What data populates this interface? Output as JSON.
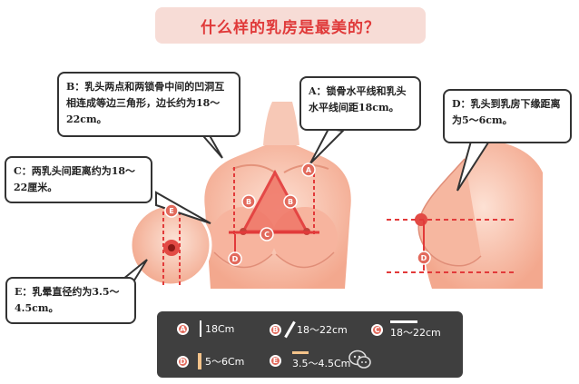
{
  "title": "什么样的乳房是最美的？",
  "callouts": {
    "b": "B：乳头两点和两锁骨中间的凹洞互相连成等边三角形，边长约为18～22cm。",
    "a": "A：锁骨水平线和乳头水平线间距18cm。",
    "d": "D：乳头到乳房下缘距离为5～6cm。",
    "c": "C：两乳头间距离约为18～22厘米。",
    "e": "E：乳晕直径约为3.5～4.5cm。"
  },
  "markers": {
    "a": "A",
    "b": "B",
    "c": "C",
    "d": "D",
    "e": "E"
  },
  "legend": [
    {
      "letter": "A",
      "value": "18Cm"
    },
    {
      "letter": "B",
      "value": "18～22cm"
    },
    {
      "letter": "C",
      "value": "18～22cm"
    },
    {
      "letter": "D",
      "value": "5～6Cm"
    },
    {
      "letter": "E",
      "value": "3.5～4.5Cm"
    }
  ],
  "colors": {
    "title_bg": "#f7dcd6",
    "title_text": "#e03a3a",
    "skin": "#f6c0ad",
    "accent_red": "#e23a3a",
    "legend_bg": "#3f3f3f"
  }
}
